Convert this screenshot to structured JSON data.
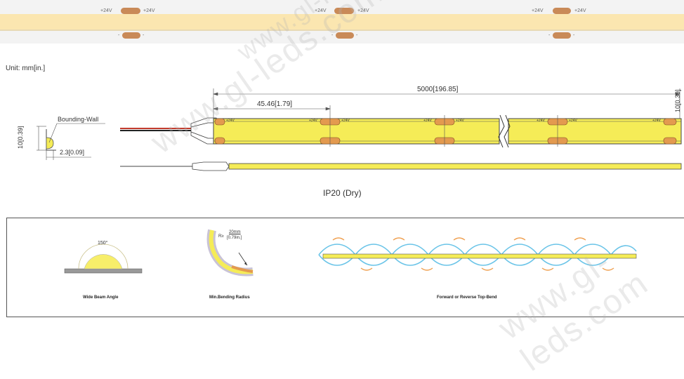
{
  "top_strip": {
    "voltage_labels": [
      "+24V",
      "+24V",
      "+24V",
      "+24V",
      "+24V",
      "+24V"
    ],
    "minus_marks": [
      "-",
      "-",
      "-",
      "-",
      "-",
      "-"
    ]
  },
  "unit_label": "Unit: mm[in.]",
  "cross_section": {
    "wall_label": "Bounding-Wall",
    "height_label": "10[0.39]",
    "width_label": "2.3[0.09]"
  },
  "dimensions": {
    "total_length": "5000[196.85]",
    "cut_length": "45.46[1.79]",
    "right_height": "10[0.39]"
  },
  "strip_pad_labels": [
    "+24V",
    "+24V",
    "+24V",
    "+24V",
    "+24V",
    "+24V",
    "+24V",
    "+24V"
  ],
  "ip_rating": "IP20 (Dry)",
  "features": {
    "beam_angle": "150°",
    "beam_caption": "Wide Beam Angle",
    "radius_label": "R≥",
    "radius_value": "20mm",
    "radius_inch": "[0.79in.]",
    "bend_caption": "Min.Bending Radius",
    "topbend_caption": "Forward or Reverse Top-Bend"
  },
  "watermarks": [
    "www.gl-leds.com",
    "www.gl-leds.com",
    "www.gl-leds.com"
  ],
  "colors": {
    "led_yellow": "#f5ec57",
    "strip_cream": "#fbe6b0",
    "pad_orange": "#e39a4f",
    "wave_blue": "#6ac4e8",
    "arrow_orange": "#f0a050"
  }
}
